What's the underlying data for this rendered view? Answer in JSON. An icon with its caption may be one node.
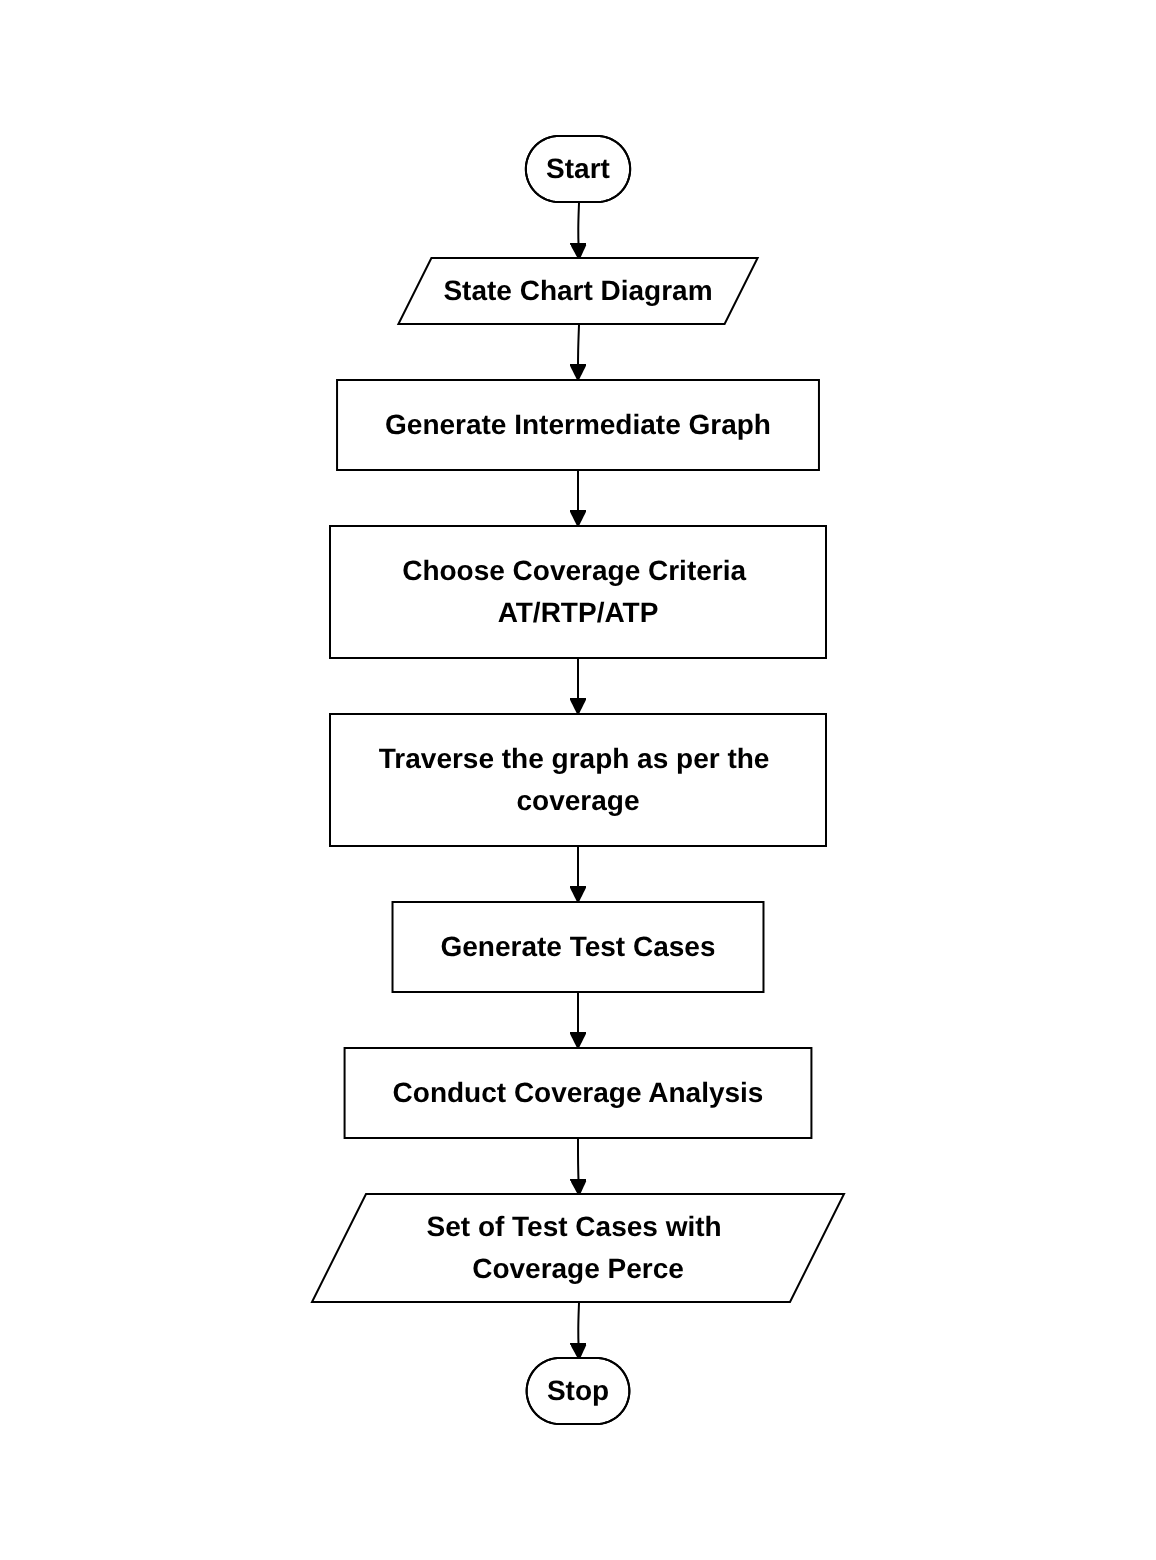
{
  "diagram": {
    "nodes": [
      {
        "text": [
          "Start"
        ]
      },
      {
        "text": [
          "State Chart Diagram"
        ]
      },
      {
        "text": [
          "Generate Intermediate Graph"
        ]
      },
      {
        "text": [
          "Choose Coverage Criteria AT/RTP/ATP"
        ]
      },
      {
        "text": [
          "Traverse the graph as per the coverage"
        ]
      },
      {
        "text": [
          "Generate Test Cases"
        ]
      },
      {
        "text": [
          "Conduct Coverage Analysis"
        ]
      },
      {
        "text": [
          "Set of Test Cases with Coverage Perce"
        ]
      },
      {
        "text": [
          "Stop"
        ]
      }
    ],
    "edges": [
      {
        "from": 0,
        "to": 1,
        "arrow": "to"
      },
      {
        "from": 1,
        "to": 2,
        "arrow": "to"
      },
      {
        "from": 2,
        "to": 3,
        "arrow": "to"
      },
      {
        "from": 3,
        "to": 4,
        "arrow": "to"
      },
      {
        "from": 4,
        "to": 5,
        "arrow": "to"
      },
      {
        "from": 5,
        "to": 6,
        "arrow": "to"
      },
      {
        "from": 6,
        "to": 7,
        "arrow": "to"
      },
      {
        "from": 7,
        "to": 8,
        "arrow": "to"
      }
    ]
  }
}
